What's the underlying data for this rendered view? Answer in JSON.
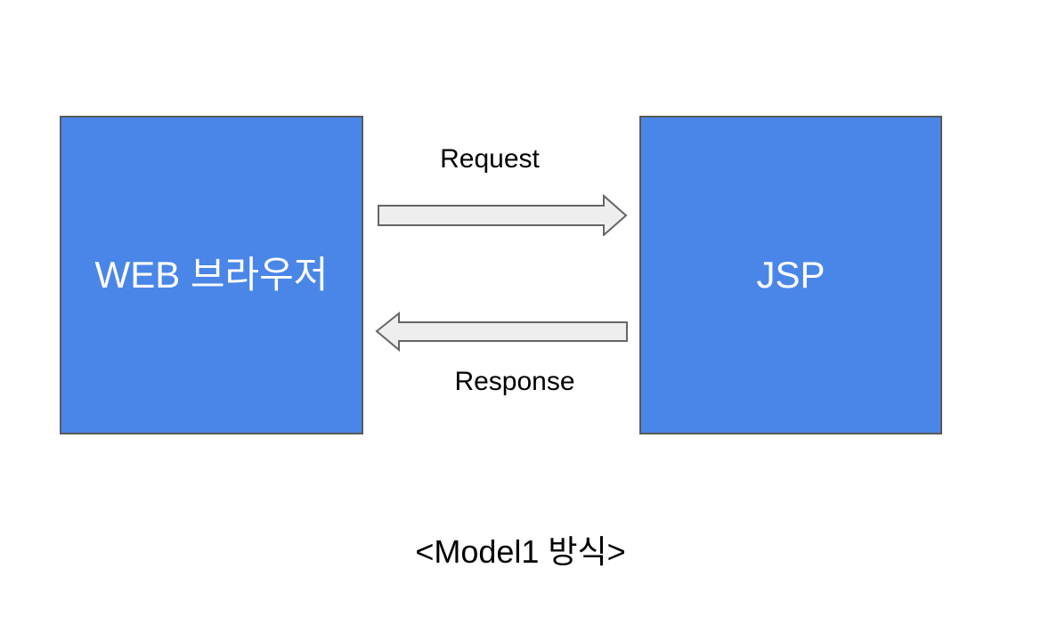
{
  "diagram": {
    "caption": "<Model1 방식>",
    "nodes": [
      {
        "id": "web-browser",
        "label": "WEB 브라우저"
      },
      {
        "id": "jsp",
        "label": "JSP"
      }
    ],
    "arrows": [
      {
        "id": "request",
        "label": "Request",
        "direction": "right",
        "icon": "right-block-arrow-icon"
      },
      {
        "id": "response",
        "label": "Response",
        "direction": "left",
        "icon": "left-block-arrow-icon"
      }
    ],
    "colors": {
      "node_fill": "#4a86e8",
      "node_border": "#595959",
      "node_text": "#ffffff",
      "arrow_fill": "#eeeeee",
      "arrow_border": "#666666",
      "label_text": "#000000",
      "background": "#ffffff"
    }
  }
}
